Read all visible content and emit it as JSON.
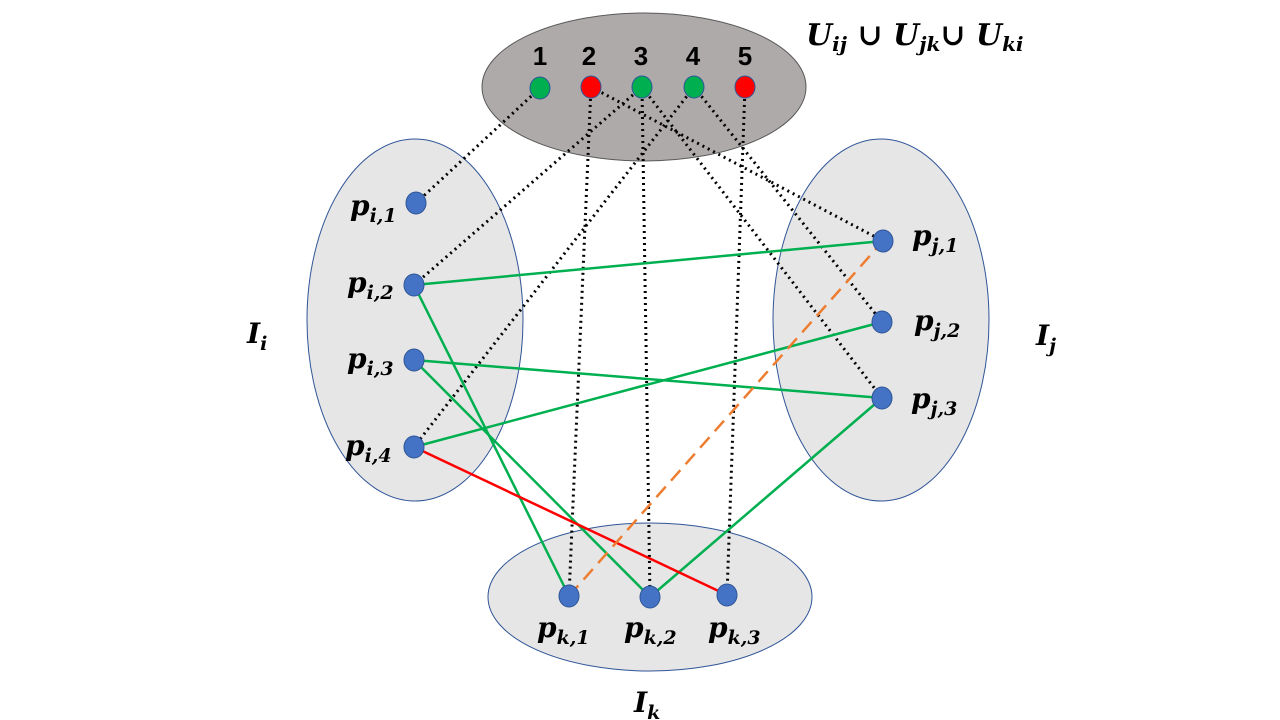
{
  "union": {
    "label_main": "U",
    "parts": [
      {
        "sub": "ij",
        "join": " ∪ "
      },
      {
        "sub": "jk",
        "join": "∪ "
      },
      {
        "sub": "ki",
        "join": ""
      }
    ],
    "items": [
      {
        "label": "1",
        "color": "#00b050"
      },
      {
        "label": "2",
        "color": "#ff0000"
      },
      {
        "label": "3",
        "color": "#00b050"
      },
      {
        "label": "4",
        "color": "#00b050"
      },
      {
        "label": "5",
        "color": "#ff0000"
      }
    ]
  },
  "sets": {
    "Ii": {
      "name": "I",
      "sub": "i"
    },
    "Ij": {
      "name": "I",
      "sub": "j"
    },
    "Ik": {
      "name": "I",
      "sub": "k"
    }
  },
  "nodes": {
    "pi1": {
      "name": "p",
      "sub": "i,1"
    },
    "pi2": {
      "name": "p",
      "sub": "i,2"
    },
    "pi3": {
      "name": "p",
      "sub": "i,3"
    },
    "pi4": {
      "name": "p",
      "sub": "i,4"
    },
    "pj1": {
      "name": "p",
      "sub": "j,1"
    },
    "pj2": {
      "name": "p",
      "sub": "j,2"
    },
    "pj3": {
      "name": "p",
      "sub": "j,3"
    },
    "pk1": {
      "name": "p",
      "sub": "k,1"
    },
    "pk2": {
      "name": "p",
      "sub": "k,2"
    },
    "pk3": {
      "name": "p",
      "sub": "k,3"
    }
  },
  "colors": {
    "node_blue": "#4472c4",
    "edge_green": "#00b050",
    "edge_red": "#ff0000",
    "edge_orange": "#ed7d31",
    "union_fill": "#aeaaaa",
    "set_fill": "#e7e6e6",
    "set_stroke": "#2f5597"
  },
  "edges": {
    "dotted": [
      [
        "u1",
        "pi1"
      ],
      [
        "u2",
        "pk1"
      ],
      [
        "u2",
        "pj1"
      ],
      [
        "u3",
        "pi2"
      ],
      [
        "u3",
        "pk2"
      ],
      [
        "u3",
        "pj3"
      ],
      [
        "u4",
        "pi4"
      ],
      [
        "u4",
        "pj2"
      ],
      [
        "u5",
        "pk3"
      ]
    ],
    "green": [
      [
        "pi2",
        "pj1"
      ],
      [
        "pi2",
        "pk1"
      ],
      [
        "pi3",
        "pj3"
      ],
      [
        "pi3",
        "pk2"
      ],
      [
        "pi4",
        "pj2"
      ],
      [
        "pk2",
        "pj3"
      ]
    ],
    "red": [
      [
        "pi4",
        "pk3"
      ]
    ],
    "orange_dashed": [
      [
        "pk1",
        "pj1"
      ]
    ]
  }
}
